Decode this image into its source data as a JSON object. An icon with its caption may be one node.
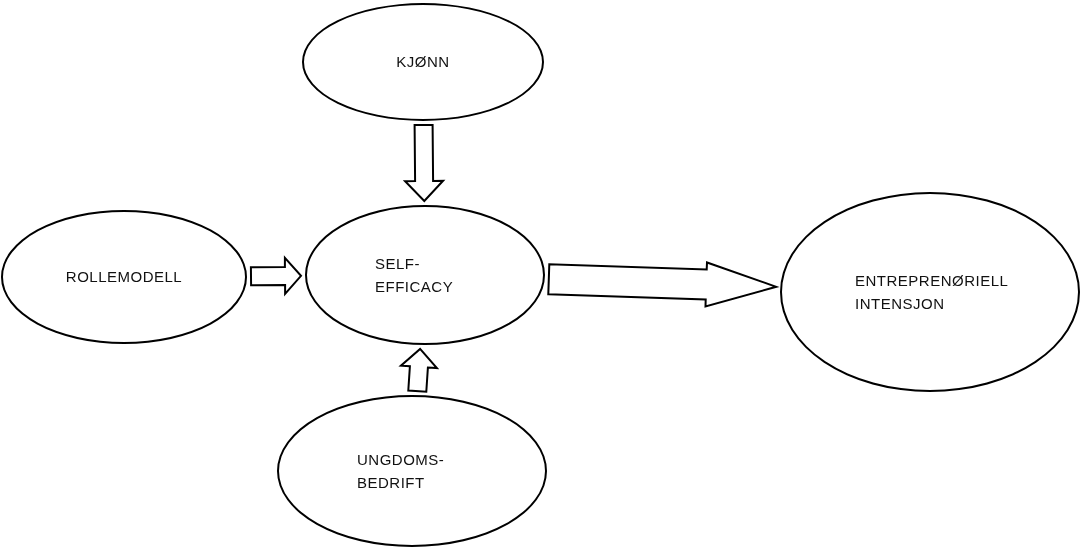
{
  "diagram": {
    "nodes": [
      {
        "text": [
          "KJØNN"
        ]
      },
      {
        "text": [
          "ROLLEMODELL"
        ]
      },
      {
        "text": [
          "SELF- EFFICACY"
        ]
      },
      {
        "text": [
          "UNGDOMS- BEDRIFT"
        ]
      },
      {
        "text": [
          "ENTREPRENØRIELL INTENSJON"
        ]
      }
    ],
    "edges": [
      {
        "from": 0,
        "to": 2,
        "arrow": "to"
      },
      {
        "from": 1,
        "to": 2,
        "arrow": "to"
      },
      {
        "from": 3,
        "to": 2,
        "arrow": "to"
      },
      {
        "from": 2,
        "to": 4,
        "arrow": "to"
      }
    ]
  }
}
